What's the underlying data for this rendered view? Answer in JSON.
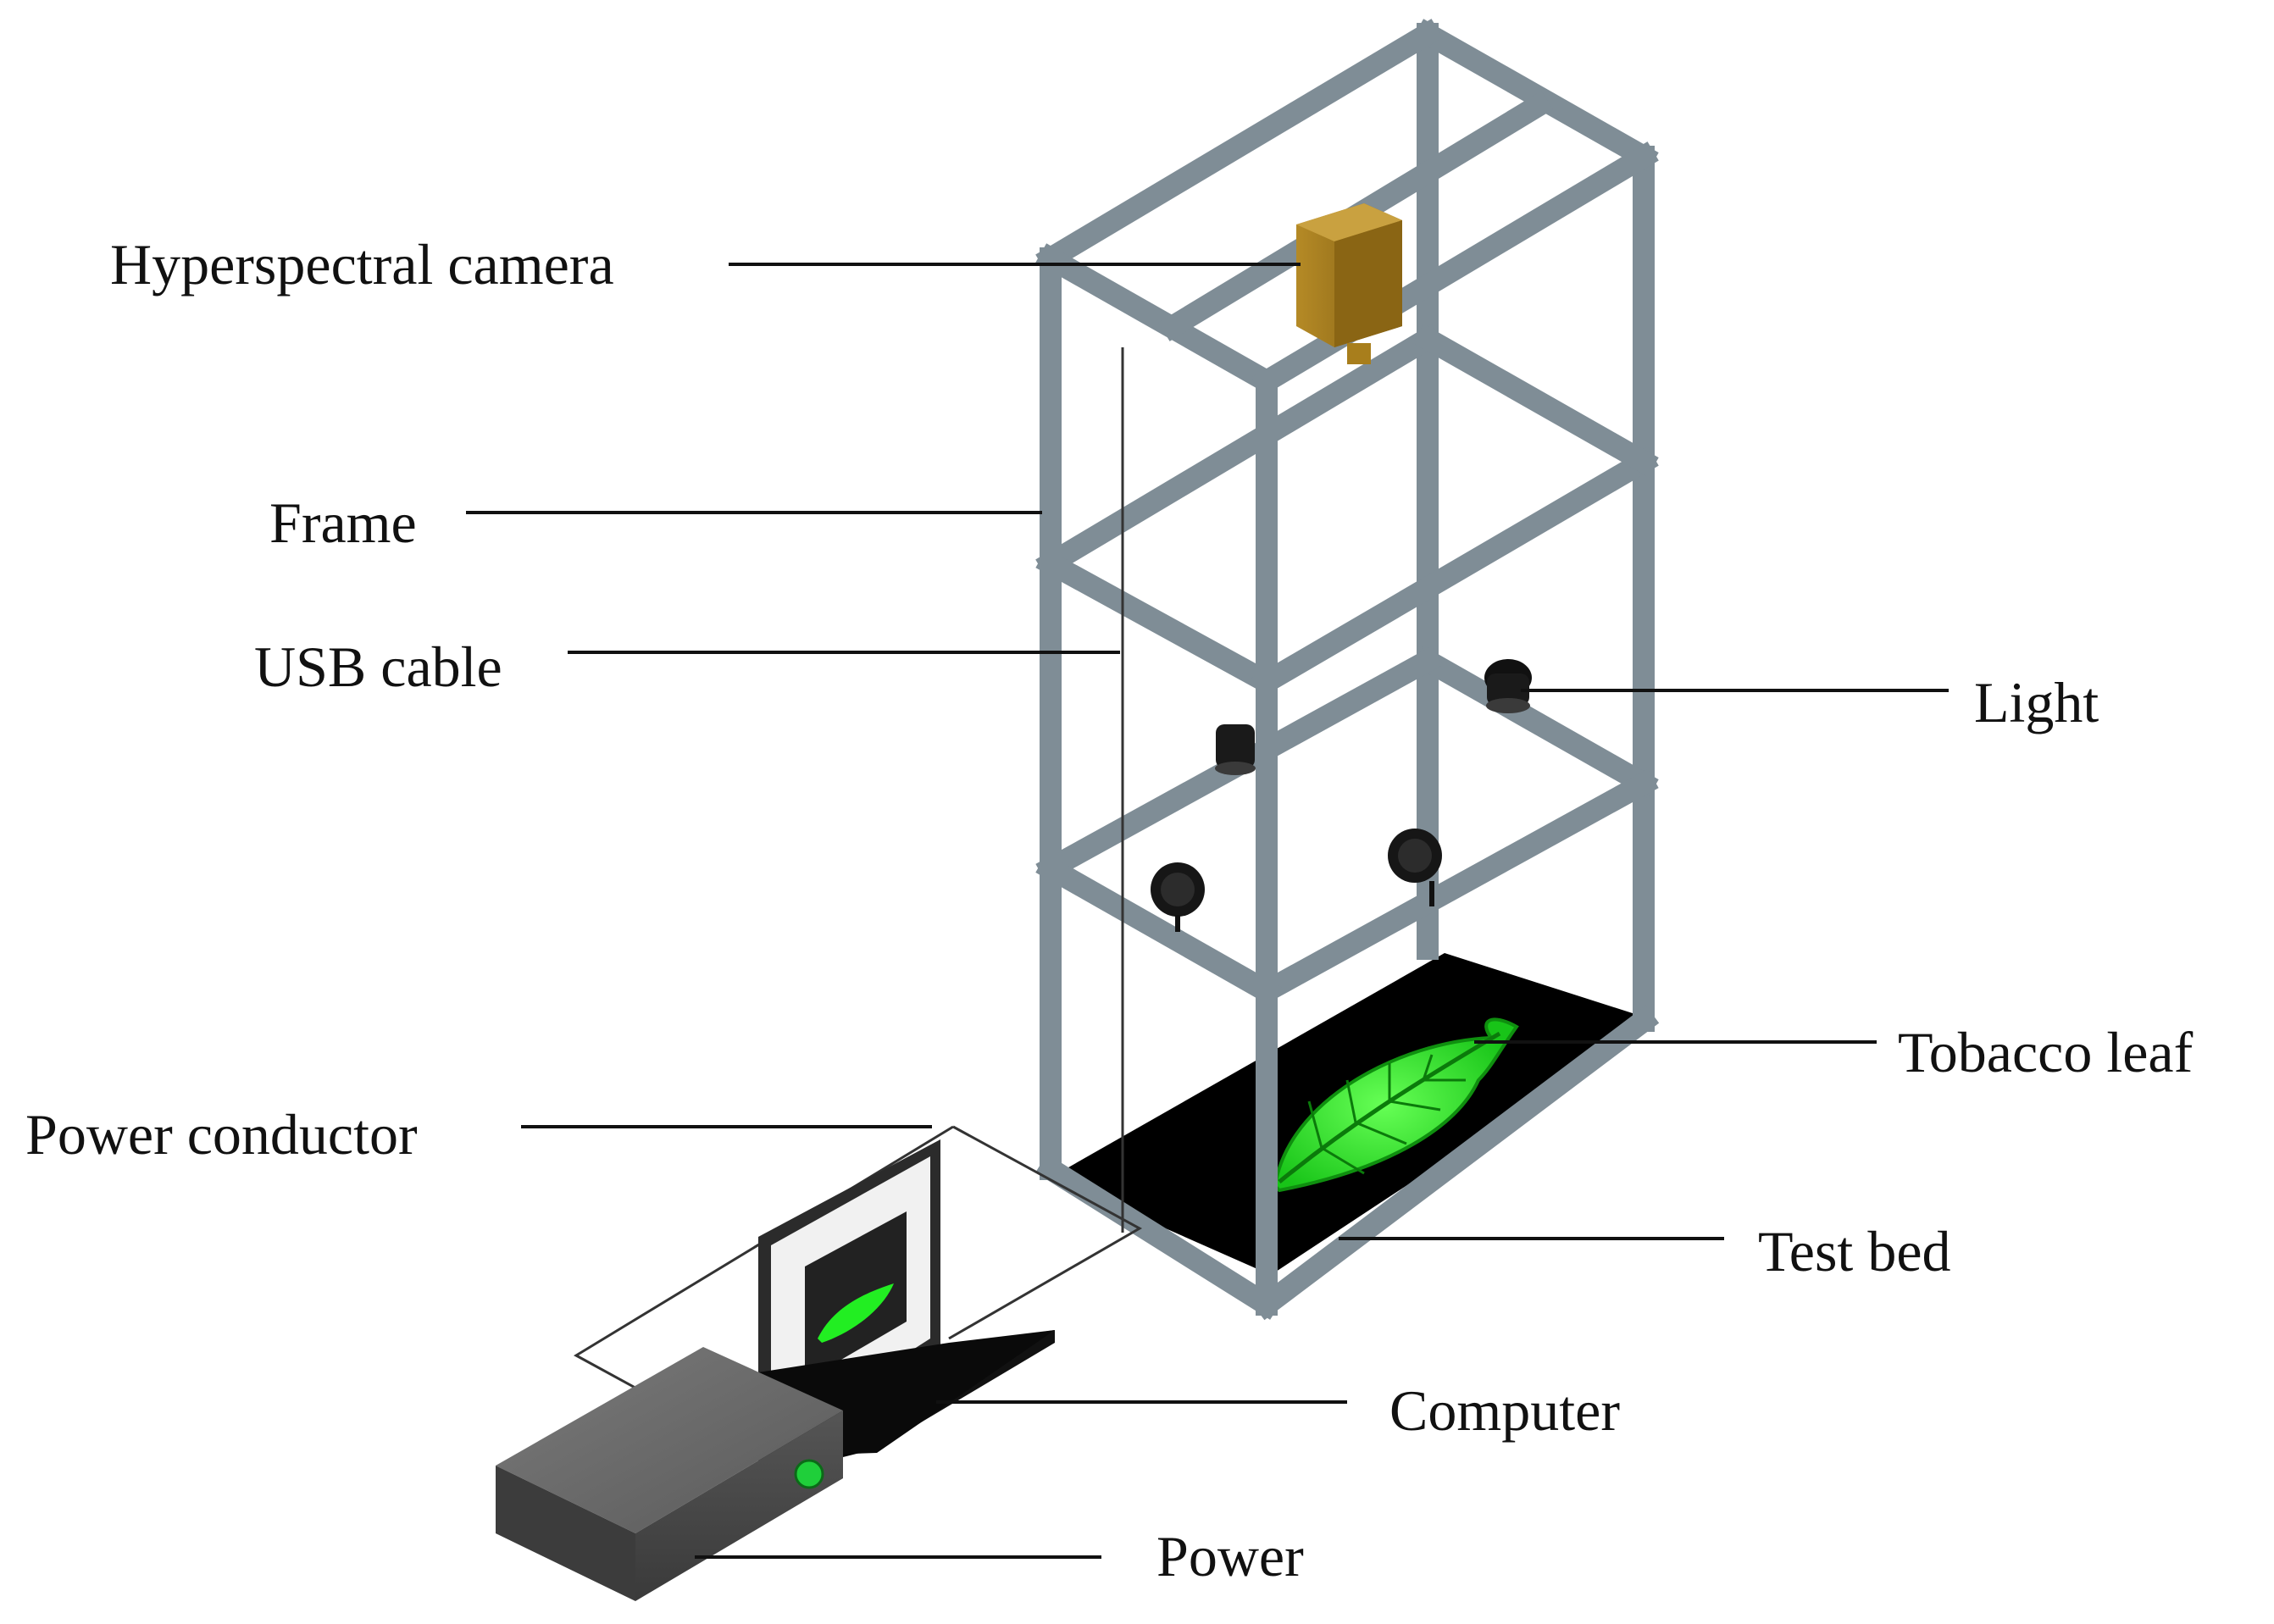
{
  "labels": {
    "hyperspectral_camera": "Hyperspectral camera",
    "frame": "Frame",
    "usb_cable": "USB cable",
    "light": "Light",
    "tobacco_leaf": "Tobacco leaf",
    "power_conductor": "Power conductor",
    "test_bed": "Test bed",
    "computer": "Computer",
    "power": "Power"
  },
  "colors": {
    "frame": "#7f8d96",
    "camera": "#a0781e",
    "leaf": "#22dd22",
    "test_bed": "#000000",
    "power_box": "#6e6e6e",
    "power_led": "#1fcf3a"
  }
}
